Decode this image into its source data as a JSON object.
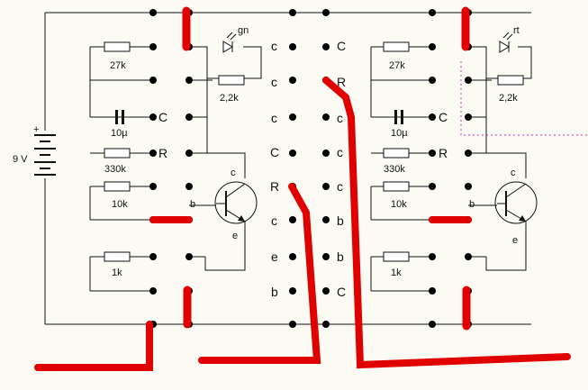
{
  "battery": {
    "label": "9 V",
    "plus": "+"
  },
  "left": {
    "r1": "27k",
    "r2": "2,2k",
    "cap": "10µ",
    "r3": "330k",
    "r4": "10k",
    "r5": "1k",
    "led": "gn",
    "cap_pin": "C",
    "r3_pin": "R",
    "base_pin": "b",
    "transistor": {
      "c": "c",
      "b": "b",
      "e": "e"
    }
  },
  "right": {
    "r1": "27k",
    "r2": "2,2k",
    "cap": "10µ",
    "r3": "330k",
    "r4": "10k",
    "r5": "1k",
    "led": "rt",
    "cap_pin": "C",
    "r3_pin": "R",
    "base_pin": "b",
    "transistor": {
      "c": "c",
      "b": "b",
      "e": "e"
    }
  },
  "middle": {
    "col1": [
      "c",
      "c",
      "c",
      "C",
      "R",
      "c",
      "e",
      "b"
    ],
    "col2": [
      "C",
      "R",
      "c",
      "c",
      "c",
      "b",
      "b",
      "C"
    ]
  }
}
